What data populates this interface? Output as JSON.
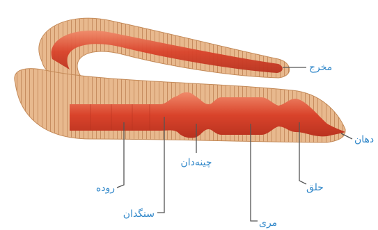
{
  "figure": {
    "alt": "",
    "labels": {
      "anus": "مخرج",
      "mouth": "دهان",
      "pharynx": "حلق",
      "esophagus": "مری",
      "crop": "چینه‌دان",
      "gizzard": "سنگدان",
      "intestine": "روده"
    }
  },
  "colors": {
    "body_outer": "#e6b58a",
    "body_stripe": "#b97a4c",
    "gut_red": "#d9432b",
    "gut_light": "#ef7a5a",
    "label_blue": "#2e86c9",
    "leader_line": "#555555"
  }
}
